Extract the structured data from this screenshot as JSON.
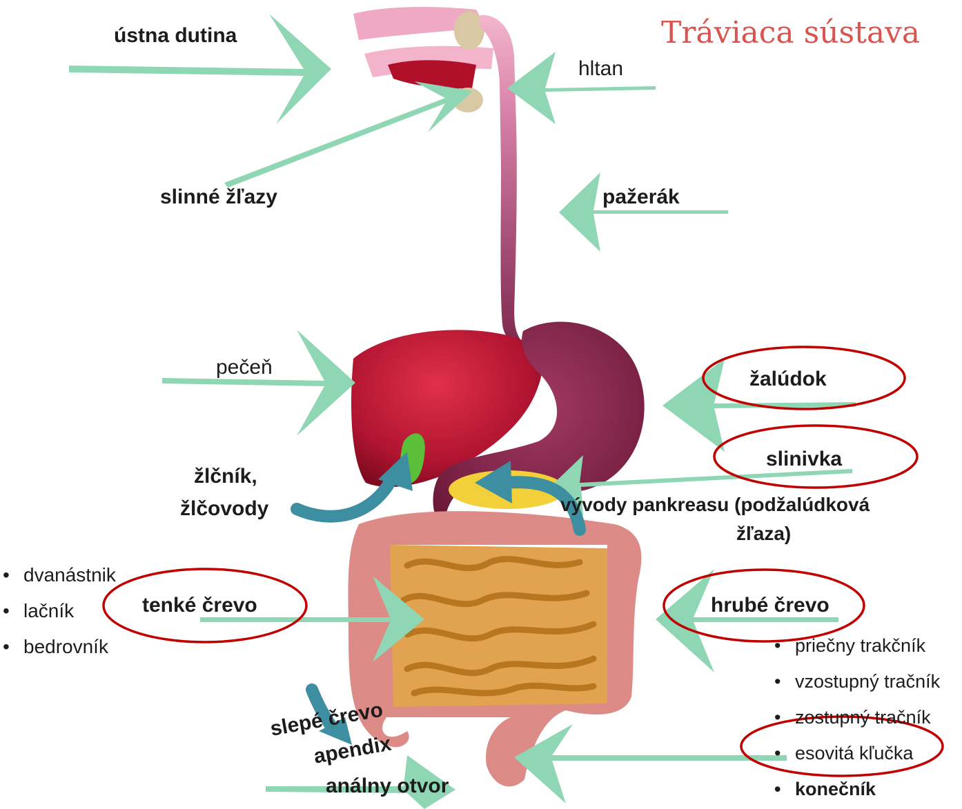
{
  "title": "Tráviaca sústava",
  "labels": {
    "mouth": "ústna dutina",
    "pharynx": "hltan",
    "salivary": "slinné žľazy",
    "esophagus": "pažerák",
    "liver": "pečeň",
    "stomach": "žalúdok",
    "pancreas": "slinivka",
    "gallbladder_1": "žlčník,",
    "gallbladder_2": "žlčovody",
    "pancreatic_ducts_1": "vývody pankreasu (podžalúdková",
    "pancreatic_ducts_2": "žľaza)",
    "small_intestine": "tenké črevo",
    "large_intestine": "hrubé črevo",
    "cecum": "slepé črevo",
    "appendix": "apendix",
    "anus": "análny otvor"
  },
  "small_intestine_parts": [
    "dvanástnik",
    "lačník",
    "bedrovník"
  ],
  "large_intestine_parts": [
    "priečny trakčník",
    "vzostupný tračník",
    "zostupný tračník",
    "esovitá kľučka",
    "konečník"
  ],
  "colors": {
    "arrow": "#8fd6b4",
    "blue_arrow": "#3d8ea0",
    "highlight": "#c00000",
    "title": "#d9534f"
  }
}
